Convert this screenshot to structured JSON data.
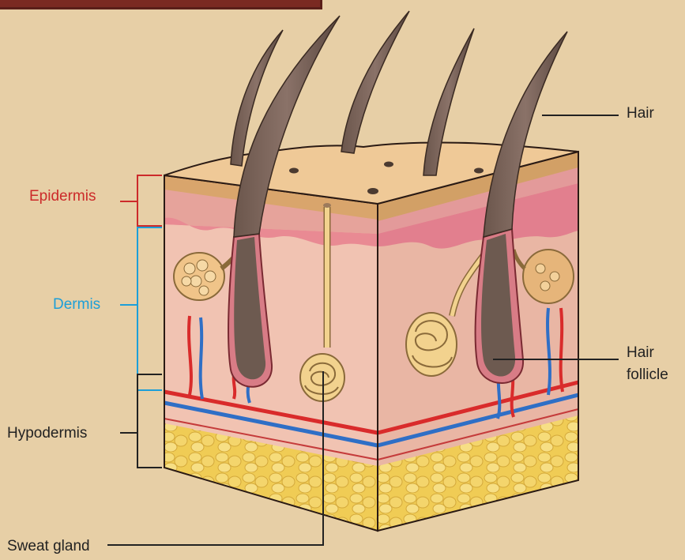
{
  "labels": {
    "epidermis": "Epidermis",
    "dermis": "Dermis",
    "hypodermis": "Hypodermis",
    "sweat_gland": "Sweat gland",
    "hair": "Hair",
    "hair_follicle_line1": "Hair",
    "hair_follicle_line2": "follicle"
  },
  "colors": {
    "background": "#e7cfa6",
    "epidermis": "#cc2a2a",
    "dermis": "#1d9fd8",
    "hypodermis": "#222222",
    "top_bar": "#7a2a22"
  }
}
